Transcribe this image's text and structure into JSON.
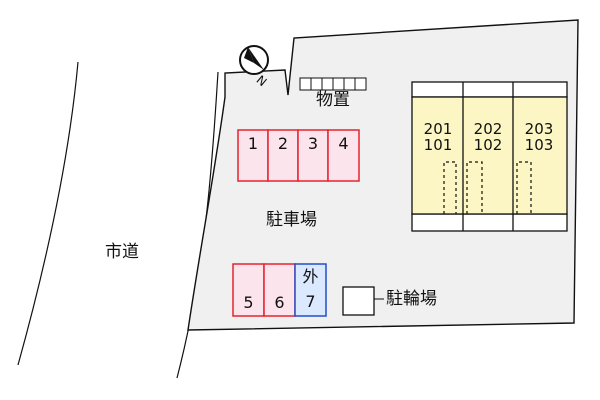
{
  "labels": {
    "city_road": "市道",
    "storage": "物置",
    "parking": "駐車場",
    "bicycle_parking": "駐輪場",
    "north": "N"
  },
  "parking_slots_top": [
    "1",
    "2",
    "3",
    "4"
  ],
  "parking_slots_bottom": [
    "5",
    "6"
  ],
  "outside_slot": {
    "top": "外",
    "bottom": "7"
  },
  "units": [
    {
      "upper": "201",
      "lower": "101"
    },
    {
      "upper": "202",
      "lower": "102"
    },
    {
      "upper": "203",
      "lower": "103"
    }
  ],
  "colors": {
    "parking_fill": "#fce4ec",
    "parking_border": "#e8232f",
    "outside_fill": "#dbe9ff",
    "outside_border": "#2050c8",
    "building_fill": "#fbf6c4",
    "lot_fill": "#f0f0f0"
  }
}
